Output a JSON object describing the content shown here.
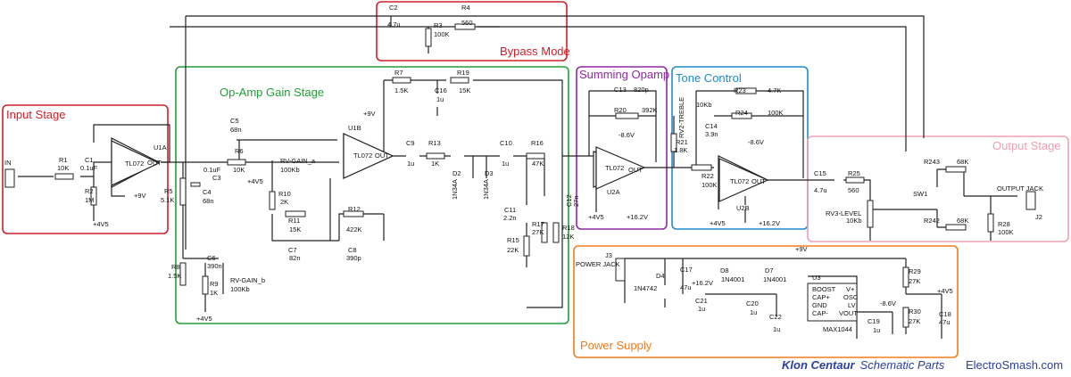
{
  "sections": [
    {
      "id": "input",
      "label": "Input Stage",
      "color": "#d0202a"
    },
    {
      "id": "gain",
      "label": "Op-Amp Gain Stage",
      "color": "#21a035"
    },
    {
      "id": "bypass",
      "label": "Bypass Mode",
      "color": "#d0202a"
    },
    {
      "id": "summing",
      "label": "Summing Opamp",
      "color": "#8e2aa0"
    },
    {
      "id": "tone",
      "label": "Tone Control",
      "color": "#1f8bc9"
    },
    {
      "id": "output",
      "label": "Output Stage",
      "color": "#f0a0b4"
    },
    {
      "id": "power",
      "label": "Power Supply",
      "color": "#ef7d1e"
    }
  ],
  "components": {
    "in": "IN",
    "r1": "R1",
    "r1v": "10K",
    "c1": "C1",
    "c1v": "0.1uF",
    "r2": "R2",
    "r2v": "1M",
    "p4v5a": "+4V5",
    "u1a": "U1A",
    "tl072": "TL072",
    "out": "OUT",
    "p9": "+9V",
    "c3": "C3",
    "c3v": "0.1uF",
    "r5": "R5",
    "r5v": "5.1K",
    "c4": "C4",
    "c4v": "68n",
    "r8": "R8",
    "r8v": "1.5K",
    "c6": "C6",
    "c6v": "390n",
    "r9": "R9",
    "r9v": "1K",
    "rvb": "RV-GAIN_b",
    "rvbv": "100Kb",
    "p4v5b": "+4V5",
    "c5": "C5",
    "c5v": "68n",
    "r6": "R6",
    "r6v": "10K",
    "rva": "RV-GAIN_a",
    "rvav": "100Kb",
    "r10": "R10",
    "r10v": "2K",
    "p4v5c": "+4V5",
    "r11": "R11",
    "r11v": "15K",
    "c7": "C7",
    "c7v": "82n",
    "r12": "R12",
    "r12v": "422K",
    "c8": "C8",
    "c8v": "390p",
    "u1b": "U1B",
    "p9b": "+9V",
    "r7": "R7",
    "r7v": "1.5K",
    "c16": "C16",
    "c16v": "1u",
    "r19": "R19",
    "r19v": "15K",
    "c9": "C9",
    "c9v": "1u",
    "r13": "R13",
    "r13v": "1K",
    "d2": "D2",
    "d3": "D3",
    "d2v": "1N34A",
    "d3v": "1N34A",
    "c10": "C10",
    "c10v": "1u",
    "r16": "R16",
    "r16v": "47K",
    "c11": "C11",
    "c11v": "2.2n",
    "r15": "R15",
    "r15v": "22K",
    "r17": "R17",
    "r17v": "27K",
    "c12": "C12",
    "c12v": "27n",
    "r18": "R18",
    "r18v": "12K",
    "c2": "C2",
    "c2v": "4.7u",
    "r3": "R3",
    "r3v": "100K",
    "r4": "R4",
    "r4v": "560",
    "c13": "C13",
    "c13v": "820p",
    "r20": "R20",
    "r20v": "392K",
    "m86a": "-8.6V",
    "u2a": "U2A",
    "p4v5d": "+4V5",
    "p162a": "+16.2V",
    "r21": "R21",
    "r21v": "1.8K",
    "rv2": "RV2-TREBLE",
    "rv2v": "10Kb",
    "c14": "C14",
    "c14v": "3.9n",
    "r23": "R23",
    "r23v": "4.7K",
    "r24": "R24",
    "r24v": "100K",
    "r22": "R22",
    "r22v": "100K",
    "m86b": "-8.6V",
    "u2b": "U2B",
    "p4v5e": "+4V5",
    "p162b": "+16.2V",
    "c15": "C15",
    "c15v": "4.7u",
    "r25": "R25",
    "r25v": "560",
    "rv3": "RV3-LEVEL",
    "rv3v": "10Kb",
    "r243": "R243",
    "r243v": "68K",
    "r242": "R242",
    "r242v": "68K",
    "sw1": "SW1",
    "ojack": "OUTPUT JACK",
    "j2": "J2",
    "r28": "R28",
    "r28v": "100K",
    "j3": "J3",
    "pjack": "POWER JACK",
    "d4": "D4",
    "d4v": "1N4742",
    "c17": "C17",
    "c17v": "47u",
    "p162c": "+16.2V",
    "d8": "D8",
    "d8v": "1N4001",
    "d7": "D7",
    "d7v": "1N4001",
    "c21": "C21",
    "c21v": "1u",
    "c20": "C20",
    "c20v": "1u",
    "c22": "C22",
    "c22v": "1u",
    "u3": "U3",
    "boost": "BOOST",
    "capp": "CAP+",
    "gnd": "GND",
    "capm": "CAP-",
    "vplus": "V+",
    "osc": "OSC",
    "lv": "LV",
    "vout": "VOUT",
    "max": "MAX1044",
    "c19": "C19",
    "c19v": "1u",
    "m86c": "-8.6V",
    "p9c": "+9V",
    "r29": "R29",
    "r29v": "27K",
    "r30": "R30",
    "r30v": "27K",
    "p4v5f": "+4V5",
    "c18": "C18",
    "c18v": "47u"
  },
  "footer": {
    "title": "Klon Centaur",
    "subtitle": "Schematic Parts",
    "brand": "ElectroSmash.com"
  }
}
